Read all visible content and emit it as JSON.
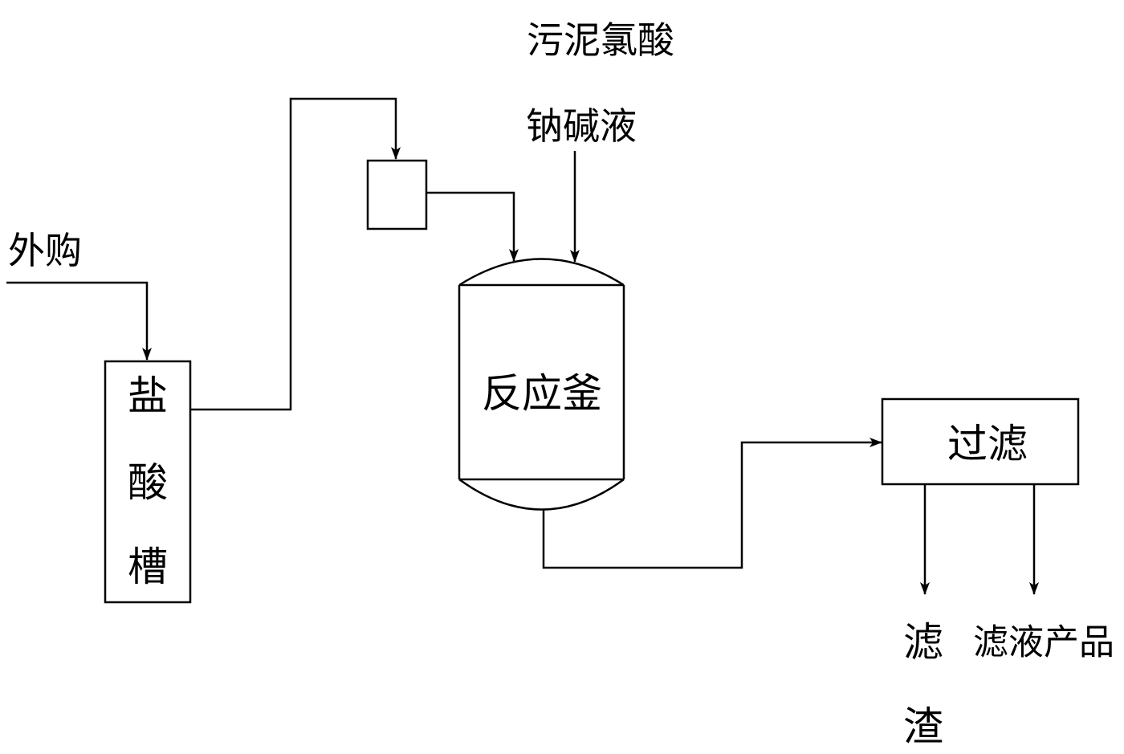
{
  "labels": {
    "purchase": "外购",
    "hcl_tank": [
      "盐",
      "酸",
      "槽"
    ],
    "sludge_feed_line1": "污泥氯酸",
    "sludge_feed_line2": "钠碱液",
    "reactor": "反应釜",
    "filter": "过滤",
    "filter_residue": [
      "滤",
      "渣"
    ],
    "filtrate_product": "滤液产品"
  },
  "colors": {
    "stroke": "#000000",
    "background": "#ffffff"
  }
}
